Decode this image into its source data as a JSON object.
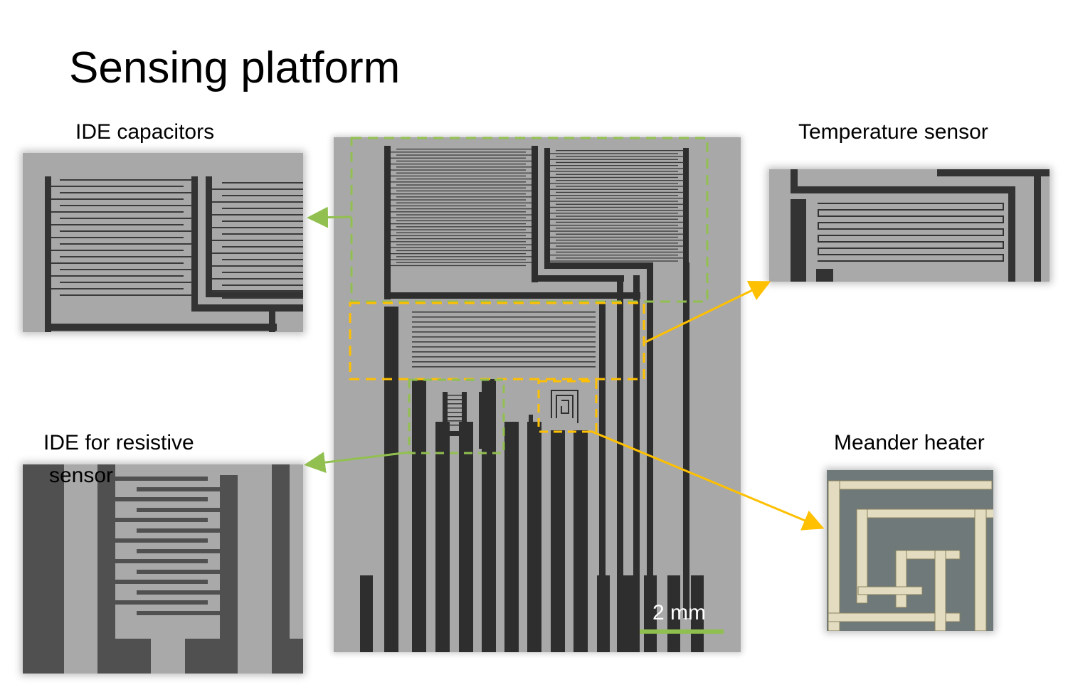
{
  "slide": {
    "title": "Sensing platform"
  },
  "labels": {
    "ide_capacitors": "IDE capacitors",
    "temperature_sensor": "Temperature sensor",
    "ide_resistive_line1": "IDE for resistive",
    "ide_resistive_line2": "sensor",
    "meander_heater": "Meander heater"
  },
  "scale_bar": {
    "label": "2 mm"
  },
  "colors": {
    "capacitor_highlight": "#92c050",
    "temperature_highlight": "#ffc000",
    "substrate": "#a9a9a9",
    "electrode": "#333333",
    "heater_background": "#707a7b",
    "heater_trace": "#e0d8b8"
  }
}
